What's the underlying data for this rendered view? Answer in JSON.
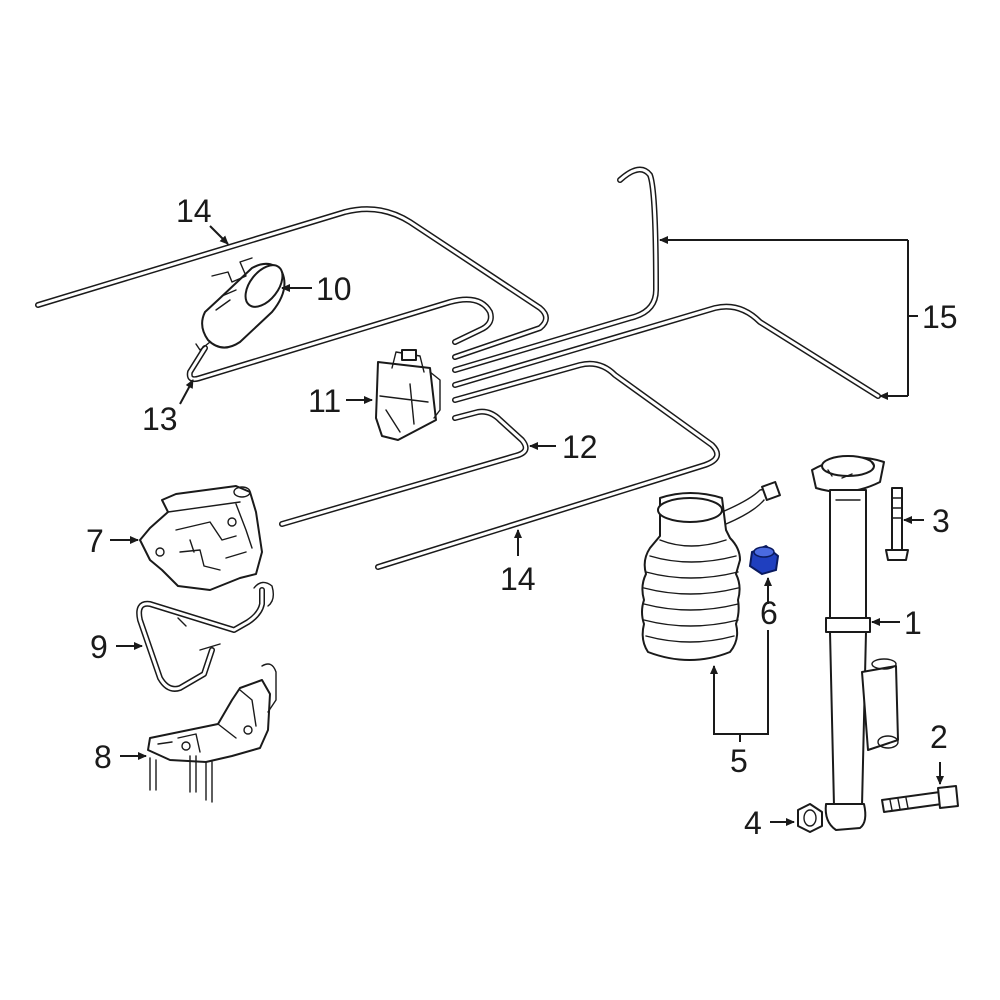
{
  "callouts": {
    "c1": "1",
    "c2": "2",
    "c3": "3",
    "c4": "4",
    "c5": "5",
    "c6": "6",
    "c7": "7",
    "c8": "8",
    "c9": "9",
    "c10": "10",
    "c11": "11",
    "c12": "12",
    "c13": "13",
    "c14a": "14",
    "c14b": "14",
    "c15": "15"
  },
  "colors": {
    "line": "#1a1a1a",
    "highlight": "#1f3fbf",
    "background": "#ffffff"
  }
}
